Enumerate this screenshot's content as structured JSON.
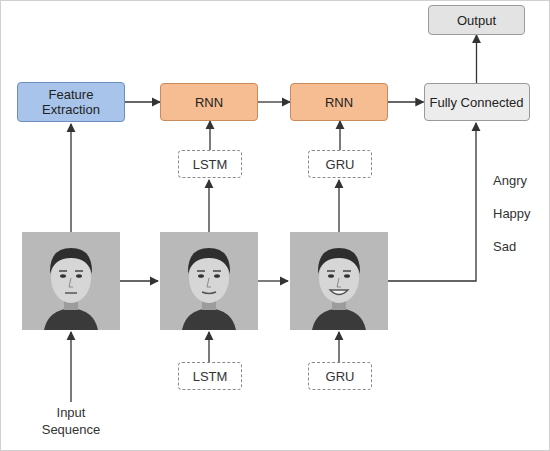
{
  "diagram": {
    "nodes": [
      {
        "text": [
          "Output"
        ]
      },
      {
        "text": [
          "Feature Extraction"
        ]
      },
      {
        "text": [
          "RNN"
        ]
      },
      {
        "text": [
          "RNN"
        ]
      },
      {
        "text": [
          "Fully Connected"
        ]
      },
      {
        "text": [
          "LSTM"
        ]
      },
      {
        "text": [
          "GRU"
        ]
      },
      {
        "text": [
          "LSTM"
        ]
      },
      {
        "text": [
          "GRU"
        ]
      }
    ],
    "edges": [
      {
        "from": 1,
        "to": 2,
        "arrow": "to"
      },
      {
        "from": 2,
        "to": 3,
        "arrow": "to"
      },
      {
        "from": 3,
        "to": 4,
        "arrow": "to"
      },
      {
        "from": 4,
        "to": 0,
        "arrow": "to"
      },
      {
        "from": 5,
        "to": 2,
        "arrow": "to"
      },
      {
        "from": 6,
        "to": 3,
        "arrow": "to"
      }
    ],
    "labels": [
      "Angry",
      "Happy",
      "Sad",
      "Input Sequence"
    ]
  }
}
